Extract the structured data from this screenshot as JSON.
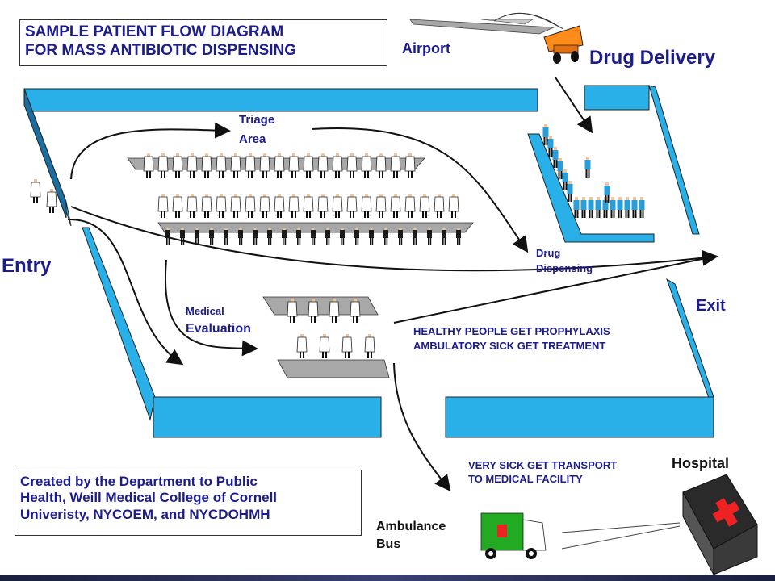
{
  "title": {
    "line1": "SAMPLE PATIENT FLOW DIAGRAM",
    "line2": "FOR MASS ANTIBIOTIC DISPENSING"
  },
  "labels": {
    "airport": "Airport",
    "drug_delivery": "Drug Delivery",
    "triage_line1": "Triage",
    "triage_line2": "Area",
    "entry": "Entry",
    "drug_dispensing_line1": "Drug",
    "drug_dispensing_line2": "Dispensing",
    "exit": "Exit",
    "medical_line1": "Medical",
    "medical_line2": "Evaluation",
    "healthy_line1": "HEALTHY PEOPLE GET PROPHYLAXIS",
    "healthy_line2": "AMBULATORY SICK GET TREATMENT",
    "very_sick_line1": "VERY SICK GET TRANSPORT",
    "very_sick_line2": "TO MEDICAL FACILITY",
    "hospital": "Hospital",
    "ambulance_line1": "Ambulance",
    "ambulance_line2": "Bus"
  },
  "credit": {
    "line1": "Created by the Department to Public",
    "line2": "Health, Weill Medical College of Cornell",
    "line3": "Univeristy, NYCOEM, and NYCDOHMH"
  },
  "colors": {
    "wall": "#2ab0e8",
    "wall_dark": "#1a1a1a",
    "navy_text": "#1c1c8c",
    "table": "#a8a8a8",
    "truck": "#ff8c1a",
    "ambulance": "#22aa22",
    "cross": "#ee2222",
    "hospital_box": "#555555"
  },
  "icons": [
    "airplane-icon",
    "dump-truck-icon",
    "ambulance-icon",
    "hospital-icon",
    "red-cross-icon",
    "person-icon"
  ]
}
